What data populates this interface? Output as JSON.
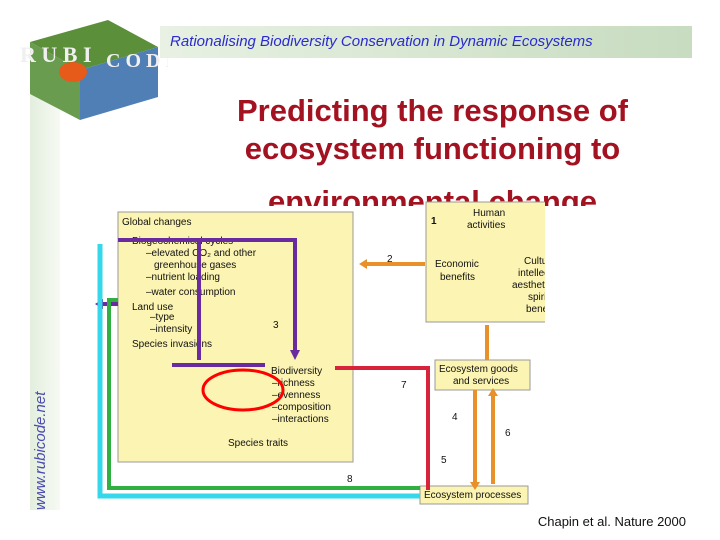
{
  "header": {
    "logo_text": "RUBICODE",
    "banner": "Rationalising Biodiversity Conservation in Dynamic Ecosystems",
    "website": "www.rubicode.net"
  },
  "slide": {
    "title_line1": "Predicting the response of",
    "title_line2": "ecosystem functioning to",
    "title_line3": "environmental change",
    "source": "Chapin et al. Nature 2000"
  },
  "diagram": {
    "global_changes": {
      "heading": "Global changes",
      "items": [
        "Biogeochemical cycles",
        "–elevated CO₂ and other",
        "greenhouse gases",
        "–nutrient loading",
        "–water consumption",
        "Land use",
        "–type",
        "–intensity",
        "Species invasions"
      ]
    },
    "human": {
      "number": "1",
      "human_activities": [
        "Human",
        "activities"
      ],
      "economic_benefits": [
        "Economic",
        "benefits"
      ],
      "cultural_benefits": [
        "Cultural,",
        "intellectual,",
        "aesthetic and",
        "spiritual",
        "benefits"
      ]
    },
    "biodiversity": {
      "items": [
        "Biodiversity",
        "–richness",
        "–evenness",
        "–composition",
        "–interactions"
      ],
      "species_traits": "Species traits"
    },
    "goods_services": [
      "Ecosystem goods",
      "and services"
    ],
    "processes": "Ecosystem processes",
    "arrow_numbers": [
      "2",
      "3",
      "4",
      "5",
      "6",
      "7",
      "8"
    ],
    "colors": {
      "panel": "#fbf4b2",
      "purple": "#6a2aa0",
      "orange": "#e8902a",
      "red": "#d8243a",
      "green": "#30b040",
      "cyan": "#35d8ea",
      "highlight": "#ff0000"
    }
  }
}
